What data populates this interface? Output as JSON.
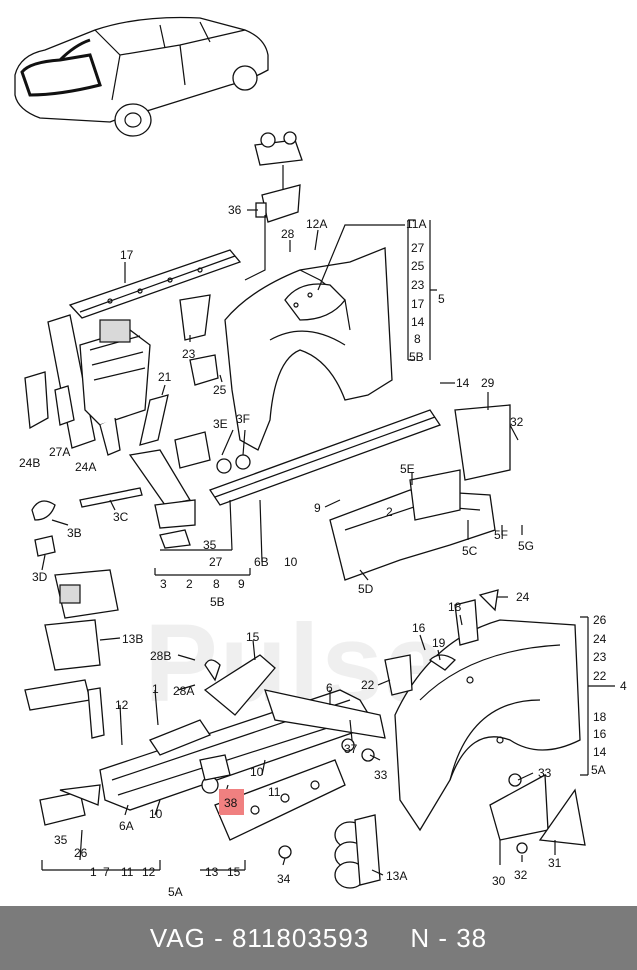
{
  "footer": {
    "brand": "VAG",
    "separator": " - ",
    "part_number": "811803593",
    "position_prefix": "N - ",
    "position": "38"
  },
  "watermark": "Pulsar",
  "highlight": {
    "label": "38",
    "color": "#f08080"
  },
  "callouts": {
    "c36": "36",
    "c12A_top": "12A",
    "c28_top": "28",
    "c11A": "11A",
    "c27_r": "27",
    "c25_r": "25",
    "c23_r": "23",
    "c17_r": "17",
    "c14_r": "14",
    "c8_r": "8",
    "c5B_r": "5B",
    "c5_r": "5",
    "c17_top": "17",
    "c23_mid": "23",
    "c25_mid": "25",
    "c21": "21",
    "c3E": "3E",
    "c3F": "3F",
    "c14_mid": "14",
    "c29": "29",
    "c32_mid": "32",
    "c24B": "24B",
    "c27A": "27A",
    "c24A": "24A",
    "c5E": "5E",
    "c9": "9",
    "c2_mid": "2",
    "c5F": "5F",
    "c5G": "5G",
    "c5C": "5C",
    "c5D": "5D",
    "c3B": "3B",
    "c3C": "3C",
    "c3D": "3D",
    "c35_mid": "35",
    "c27_mid": "27",
    "c6B": "6B",
    "c10_mid": "10",
    "c3_b": "3",
    "c2_b": "2",
    "c8_b": "8",
    "c9_b": "9",
    "c5B_b": "5B",
    "c13B": "13B",
    "c28B": "28B",
    "c28A": "28A",
    "c15_low": "15",
    "c1_low": "1",
    "c12_low": "12",
    "c6_low": "6",
    "c37": "37",
    "c33_low": "33",
    "c10_low": "10",
    "c11_low": "11",
    "c6A": "6A",
    "c10_b": "10",
    "c35_low": "35",
    "c26_low": "26",
    "c1_b": "1",
    "c7_b": "7",
    "c11_b": "11",
    "c12_b": "12",
    "c13_b": "13",
    "c15_b": "15",
    "c5A_b": "5A",
    "c34": "34",
    "c13A": "13A",
    "c18": "18",
    "c24_top": "24",
    "c16": "16",
    "c19": "19",
    "c22_mid": "22",
    "c26_r": "26",
    "c24_r": "24",
    "c23_r2": "23",
    "c22_r": "22",
    "c18_r": "18",
    "c16_r": "16",
    "c14_r2": "14",
    "c5A_r": "5A",
    "c4_r": "4",
    "c33_r": "33",
    "c30": "30",
    "c32_low": "32",
    "c31": "31"
  }
}
